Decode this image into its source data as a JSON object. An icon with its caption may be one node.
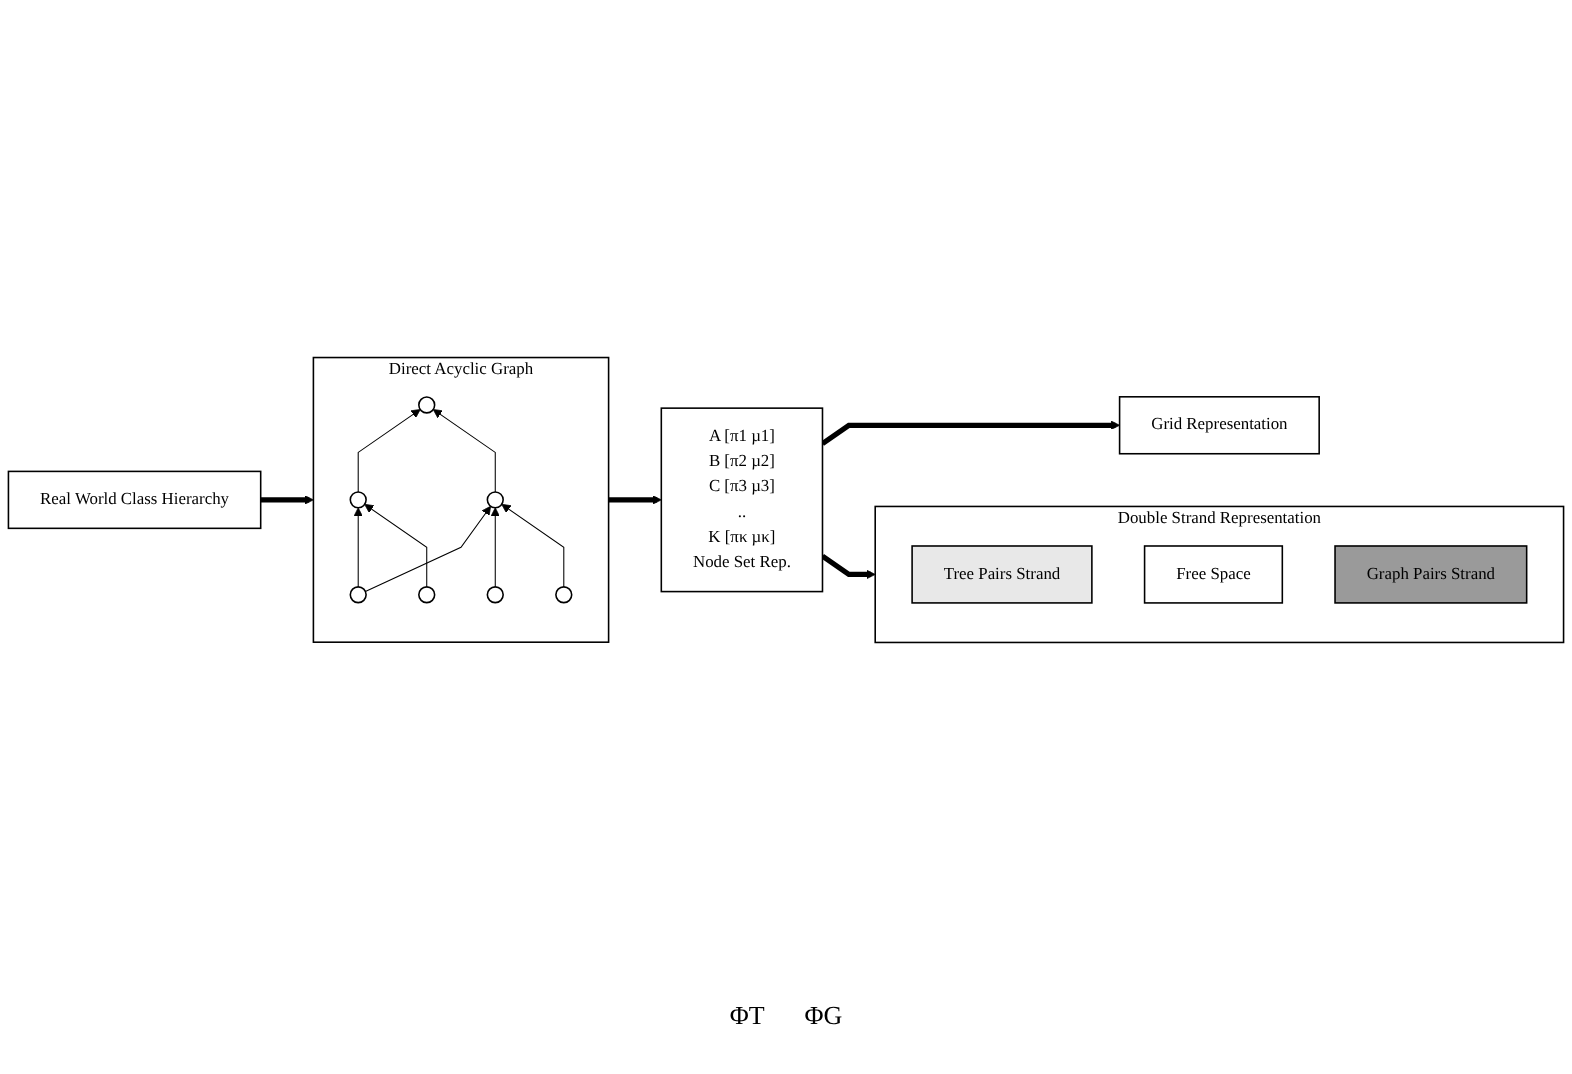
{
  "diagram": {
    "nodes": [
      {
        "text": [
          "Real World Class Hierarchy"
        ]
      },
      {
        "text": [
          "Direct Acyclic Graph"
        ]
      },
      {
        "text": [],
        "shape": "circle",
        "in": 1
      },
      {
        "text": [],
        "shape": "circle",
        "in": 1
      },
      {
        "text": [],
        "shape": "circle",
        "in": 1
      },
      {
        "text": [],
        "shape": "circle",
        "in": 1
      },
      {
        "text": [],
        "shape": "circle",
        "in": 1
      },
      {
        "text": [],
        "shape": "circle",
        "in": 1
      },
      {
        "text": [],
        "shape": "circle",
        "in": 1
      },
      {
        "text": [
          "A [π1 µ1]",
          "B [π2 µ2]",
          "C [π3 µ3]",
          "..",
          "K [πκ µκ]",
          "Node Set Rep."
        ]
      },
      {
        "text": [
          "Grid Representation"
        ]
      },
      {
        "text": [
          "Double Strand Representation"
        ]
      },
      {
        "text": [
          "Tree Pairs Strand"
        ],
        "in": 11
      },
      {
        "text": [
          "Free Space"
        ],
        "in": 11
      },
      {
        "text": [
          "Graph Pairs Strand"
        ],
        "in": 11
      }
    ],
    "edges": [
      {
        "from": 0,
        "to": 1,
        "arrow": "to",
        "style": "thick"
      },
      {
        "from": 3,
        "to": 2,
        "arrow": "to"
      },
      {
        "from": 4,
        "to": 2,
        "arrow": "to"
      },
      {
        "from": 5,
        "to": 3,
        "arrow": "to"
      },
      {
        "from": 5,
        "to": 4,
        "arrow": "to"
      },
      {
        "from": 6,
        "to": 3,
        "arrow": "to"
      },
      {
        "from": 7,
        "to": 4,
        "arrow": "to"
      },
      {
        "from": 8,
        "to": 4,
        "arrow": "to"
      },
      {
        "from": 1,
        "to": 9,
        "arrow": "to",
        "style": "thick"
      },
      {
        "from": 9,
        "to": 10,
        "arrow": "to",
        "style": "thick"
      },
      {
        "from": 9,
        "to": 11,
        "arrow": "to",
        "style": "thick"
      }
    ],
    "labels": [
      "ΦT",
      "ΦG"
    ]
  }
}
